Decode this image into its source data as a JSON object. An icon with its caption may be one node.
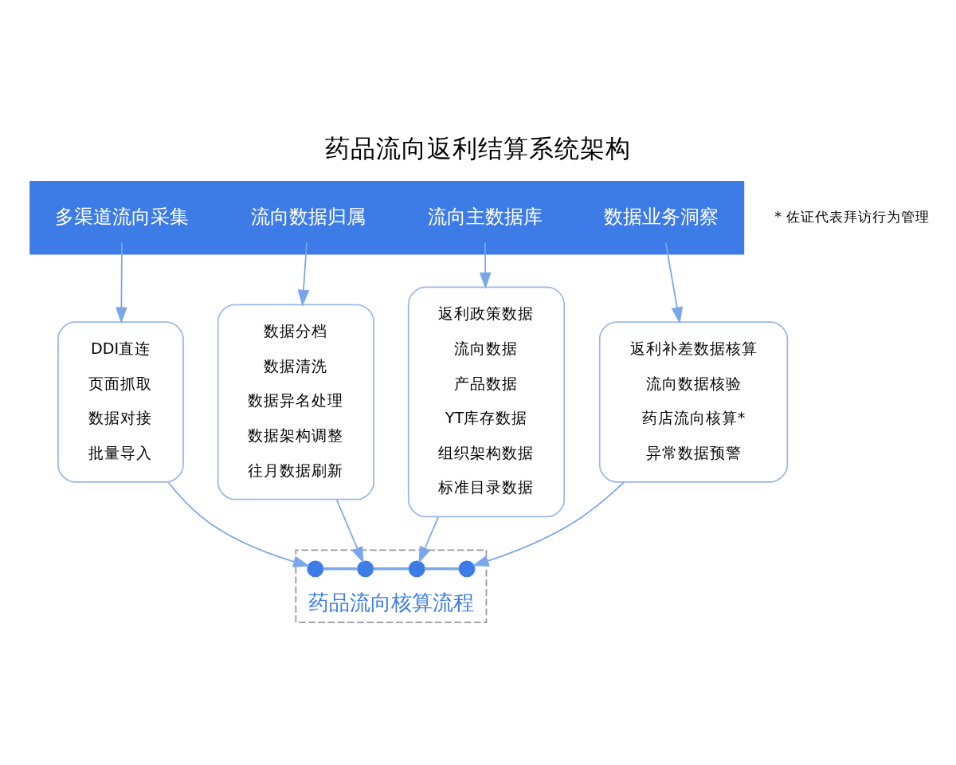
{
  "diagram": {
    "title": "药品流向返利结算系统架构",
    "nodes": [
      {
        "text": [],
        "shape": "bar"
      },
      {
        "text": [
          "多渠道流向采集"
        ],
        "in": 0
      },
      {
        "text": [
          "流向数据归属"
        ],
        "in": 0
      },
      {
        "text": [
          "流向主数据库"
        ],
        "in": 0
      },
      {
        "text": [
          "数据业务洞察"
        ],
        "in": 0
      },
      {
        "text": [
          "DDI直连",
          "页面抓取",
          "数据对接",
          "批量导入"
        ]
      },
      {
        "text": [
          "数据分档",
          "数据清洗",
          "数据异名处理",
          "数据架构调整",
          "往月数据刷新"
        ]
      },
      {
        "text": [
          "返利政策数据",
          "流向数据",
          "产品数据",
          "YT库存数据",
          "组织架构数据",
          "标准目录数据"
        ]
      },
      {
        "text": [
          "返利补差数据核算",
          "流向数据核验",
          "药店流向核算*",
          "异常数据预警"
        ]
      },
      {
        "text": [
          "药品流向核算流程"
        ]
      },
      {
        "text": [],
        "shape": "circle",
        "in": 9
      },
      {
        "text": [],
        "shape": "circle",
        "in": 9
      },
      {
        "text": [],
        "shape": "circle",
        "in": 9
      },
      {
        "text": [],
        "shape": "circle",
        "in": 9
      }
    ],
    "edges": [
      {
        "from": 1,
        "to": 5,
        "arrow": "to"
      },
      {
        "from": 2,
        "to": 6,
        "arrow": "to"
      },
      {
        "from": 3,
        "to": 7,
        "arrow": "to"
      },
      {
        "from": 4,
        "to": 8,
        "arrow": "to"
      },
      {
        "from": 5,
        "to": 10,
        "arrow": "to"
      },
      {
        "from": 6,
        "to": 11,
        "arrow": "to"
      },
      {
        "from": 7,
        "to": 12,
        "arrow": "to"
      },
      {
        "from": 8,
        "to": 13,
        "arrow": "to"
      },
      {
        "from": 10,
        "to": 11,
        "arrow": "none"
      },
      {
        "from": 11,
        "to": 12,
        "arrow": "none"
      },
      {
        "from": 12,
        "to": 13,
        "arrow": "none"
      }
    ],
    "labels": [
      "* 佐证代表拜访行为管理"
    ]
  }
}
